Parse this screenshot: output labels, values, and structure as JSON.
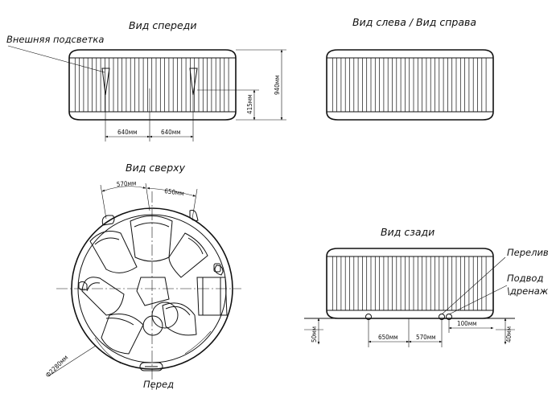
{
  "titles": {
    "front": "Вид спереди",
    "side": "Вид слева / Вид справа",
    "top": "Вид сверху",
    "back": "Вид сзади"
  },
  "labels": {
    "lighting": "Внешняя подсветка",
    "overflow": "Перелив",
    "supply_line1": "Подвод",
    "supply_line2": "\\дренаж",
    "front_marker": "Перед"
  },
  "dimensions": {
    "front_left_width": "640мм",
    "front_right_width": "640мм",
    "front_height": "940мм",
    "light_height": "415мм",
    "top_arc1": "570мм",
    "top_arc2": "650мм",
    "diameter": "Ф2280мм",
    "back_650": "650мм",
    "back_570": "570мм",
    "back_100": "100мм",
    "back_50": "50мм",
    "back_40": "40мм"
  }
}
